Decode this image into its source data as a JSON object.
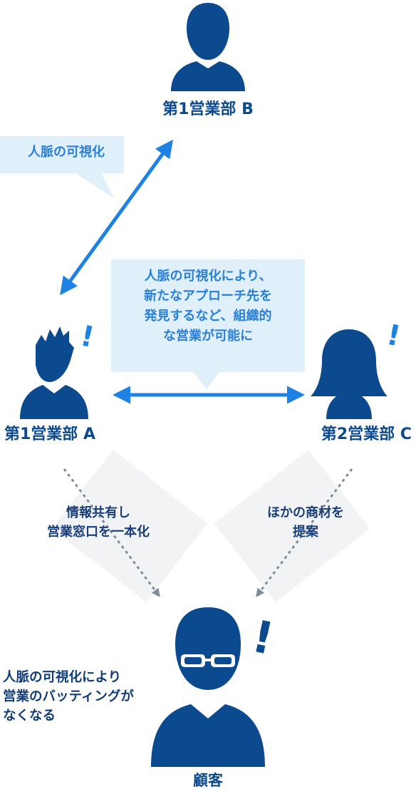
{
  "roles": {
    "b": "第1営業部 B",
    "a": "第1営業部 A",
    "c": "第2営業部 C",
    "customer": "顧客"
  },
  "callouts": {
    "visualize": "人脈の可視化",
    "organizational": [
      "人脈の可視化により、",
      "新たなアプローチ先を",
      "発見するなど、組織的",
      "な営業が可能に"
    ]
  },
  "notes": {
    "left": [
      "情報共有し",
      "営業窓口を一本化"
    ],
    "right": [
      "ほかの商材を",
      "提案"
    ],
    "customer": [
      "人脈の可視化により",
      "営業のバッティングが",
      "なくなる"
    ]
  },
  "icons": {
    "person": "person-icon",
    "alert": "exclamation-icon",
    "glasses": "glasses-icon"
  },
  "colors": {
    "figure": "#0c4a8f",
    "arrow": "#1e82e4",
    "callout_bg": "#dff0fb",
    "note_bg": "#f2f3f5",
    "dotted": "#7f8b9a"
  }
}
